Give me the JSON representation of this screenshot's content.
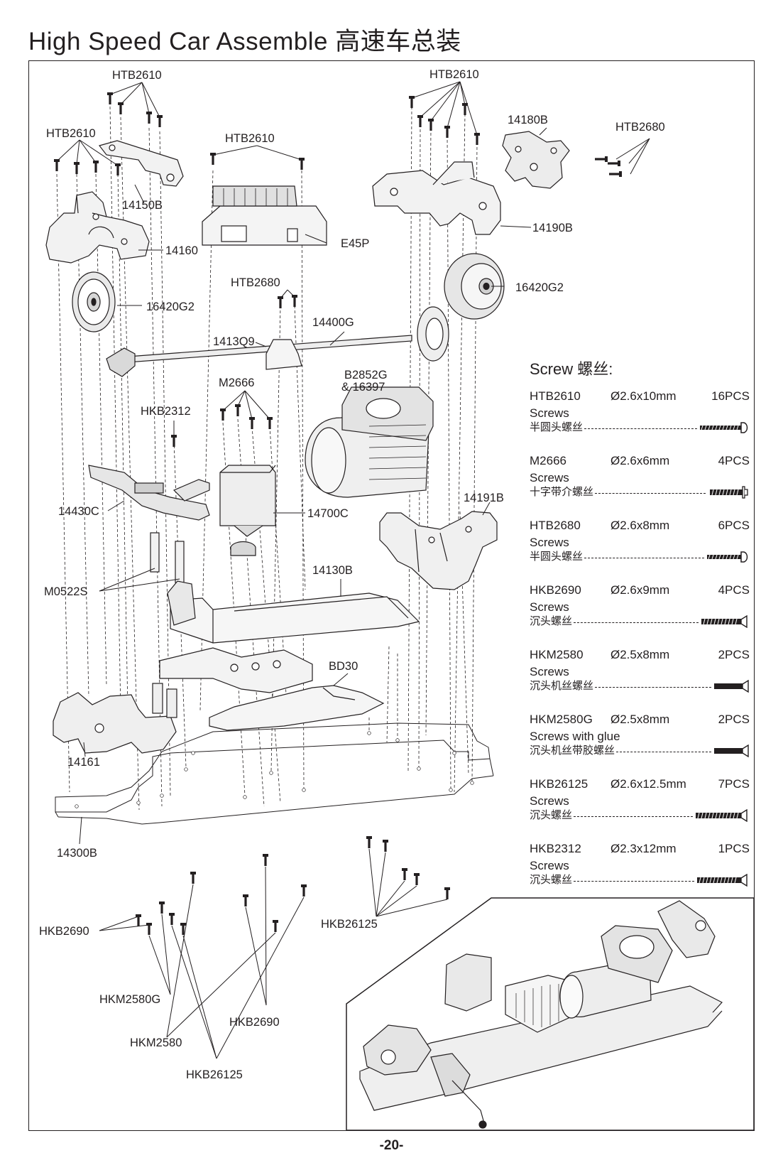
{
  "title": "High Speed Car Assemble 高速车总装",
  "page_number": "-20-",
  "part_labels": {
    "htb2610_a": "HTB2610",
    "htb2610_b": "HTB2610",
    "htb2610_c": "HTB2610",
    "htb2610_d": "HTB2610",
    "p14180b": "14180B",
    "htb2680_a": "HTB2680",
    "p14150b": "14150B",
    "p14160": "14160",
    "e45p": "E45P",
    "p14190b": "14190B",
    "htb2680_b": "HTB2680",
    "p16420g2_a": "16420G2",
    "p16420g2_b": "16420G2",
    "p14400g": "14400G",
    "p1413q9": "1413Q9",
    "b2852g_1": "B2852G",
    "b2852g_2": "& 16397",
    "m2666": "M2666",
    "hkb2312": "HKB2312",
    "p14430c": "14430C",
    "p14700c": "14700C",
    "p14191b": "14191B",
    "m0522s": "M0522S",
    "p14130b": "14130B",
    "bd30": "BD30",
    "p14161": "14161",
    "p14300b": "14300B",
    "hkb2690_a": "HKB2690",
    "hkb26125_a": "HKB26125",
    "hkm2580g": "HKM2580G",
    "hkb2690_b": "HKB2690",
    "hkm2580": "HKM2580",
    "hkb26125_b": "HKB26125"
  },
  "legend": {
    "title": "Screw 螺丝:",
    "items": [
      {
        "code": "HTB2610",
        "size": "Ø2.6x10mm",
        "qty": "16PCS",
        "type": "Screws",
        "cn": "半圆头螺丝"
      },
      {
        "code": "M2666",
        "size": "Ø2.6x6mm",
        "qty": "4PCS",
        "type": "Screws",
        "cn": "十字带介螺丝"
      },
      {
        "code": "HTB2680",
        "size": "Ø2.6x8mm",
        "qty": "6PCS",
        "type": "Screws",
        "cn": "半圆头螺丝"
      },
      {
        "code": "HKB2690",
        "size": "Ø2.6x9mm",
        "qty": "4PCS",
        "type": "Screws",
        "cn": "沉头螺丝"
      },
      {
        "code": "HKM2580",
        "size": "Ø2.5x8mm",
        "qty": "2PCS",
        "type": "Screws",
        "cn": "沉头机丝螺丝"
      },
      {
        "code": "HKM2580G",
        "size": "Ø2.5x8mm",
        "qty": "2PCS",
        "type": "Screws with glue",
        "cn": "沉头机丝带胶螺丝"
      },
      {
        "code": "HKB26125",
        "size": "Ø2.6x12.5mm",
        "qty": "7PCS",
        "type": "Screws",
        "cn": "沉头螺丝"
      },
      {
        "code": "HKB2312",
        "size": "Ø2.3x12mm",
        "qty": "1PCS",
        "type": "Screws",
        "cn": "沉头螺丝"
      }
    ]
  }
}
